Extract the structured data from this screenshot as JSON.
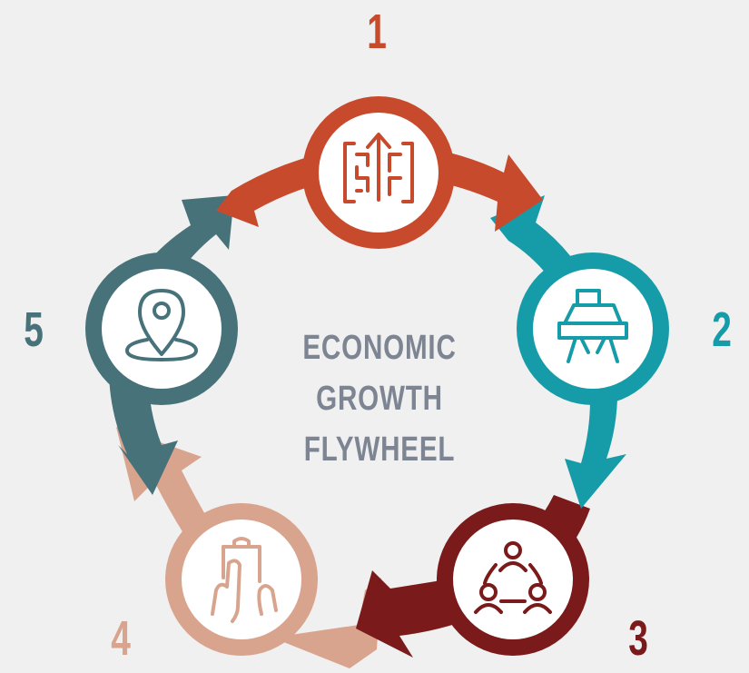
{
  "title_lines": [
    "ECONOMIC",
    "GROWTH",
    "FLYWHEEL"
  ],
  "steps": [
    {
      "number": "1",
      "color": "#c84a2c",
      "icon": "maze-arrow-up-icon"
    },
    {
      "number": "2",
      "color": "#169ca8",
      "icon": "desk-workstation-icon"
    },
    {
      "number": "3",
      "color": "#7a1a1a",
      "icon": "team-network-icon"
    },
    {
      "number": "4",
      "color": "#d9a48d",
      "icon": "hand-holding-clipboard-icon"
    },
    {
      "number": "5",
      "color": "#47727a",
      "icon": "location-pin-icon"
    }
  ],
  "text_color": "#7d8593",
  "background": "#f0f0f0"
}
